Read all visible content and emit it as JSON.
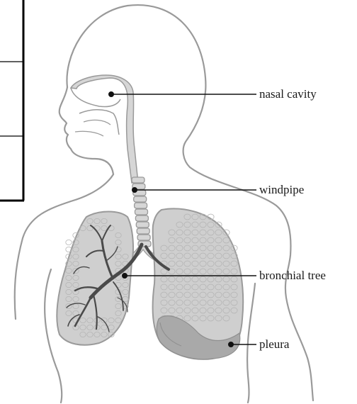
{
  "diagram": {
    "labels": {
      "nasal_cavity": "nasal cavity",
      "windpipe": "windpipe",
      "bronchial_tree": "bronchial tree",
      "pleura": "pleura"
    }
  },
  "colors": {
    "outline": "#9a9a9a",
    "head_fill": "#ffffff",
    "airway_fill": "#d6d6d6",
    "lung_fill": "#cfcfcf",
    "lung_cell": "#b5b5b5",
    "bronchi": "#4a4a4a",
    "pleura_fill": "#a9a9a9",
    "leader": "#111111",
    "box_border": "#000000"
  }
}
